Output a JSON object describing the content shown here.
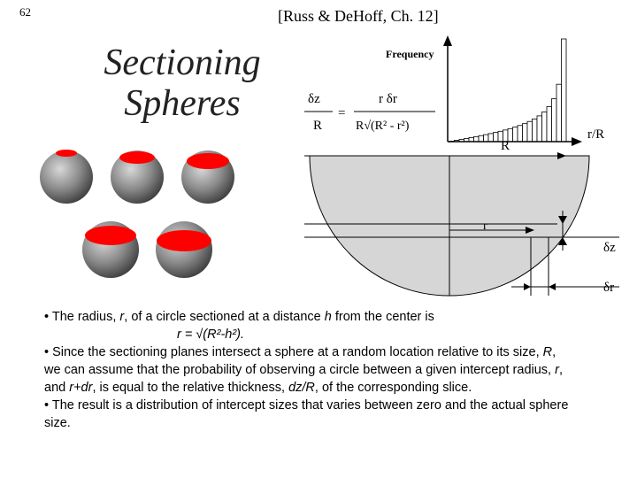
{
  "slide_number": "62",
  "citation": "[Russ & DeHoff, Ch. 12]",
  "title": {
    "line1": "Sectioning",
    "line2": "Spheres"
  },
  "diagram": {
    "frequency_label": "Frequency",
    "x_axis_label": "r/R",
    "equation": {
      "lhs_num": "δz",
      "lhs_den": "R",
      "equals": "=",
      "rhs_num": "r δr",
      "rhs_den": "R√(R² - r²)"
    },
    "radius_label": "R",
    "r_label": "r",
    "dz_label": "δz",
    "dr_label": "δr"
  },
  "bullets": {
    "b1_prefix": "• The radius, ",
    "b1_r": "r",
    "b1_mid": ", of a circle sectioned at a distance ",
    "b1_h": "h",
    "b1_suffix": " from the center is",
    "formula": "r = √(R²-h²).",
    "b2_prefix": "• Since the sectioning planes intersect a sphere at a random location relative to its size, ",
    "b2_R": "R",
    "b2_mid1": ", we can assume that the probability of observing a circle between a given intercept radius, ",
    "b2_r": "r",
    "b2_mid2": ", and ",
    "b2_rdr": "r+dr",
    "b2_mid3": ", is equal to the relative thickness, ",
    "b2_dzR": "dz/R",
    "b2_suffix": ", of the corresponding slice.",
    "b3": "• The result is a distribution of intercept sizes that varies between zero and the actual sphere size."
  },
  "colors": {
    "sphere_gray": "#8a8a8a",
    "section_red": "#ff0000",
    "hemisphere_fill": "#d6d6d6"
  }
}
